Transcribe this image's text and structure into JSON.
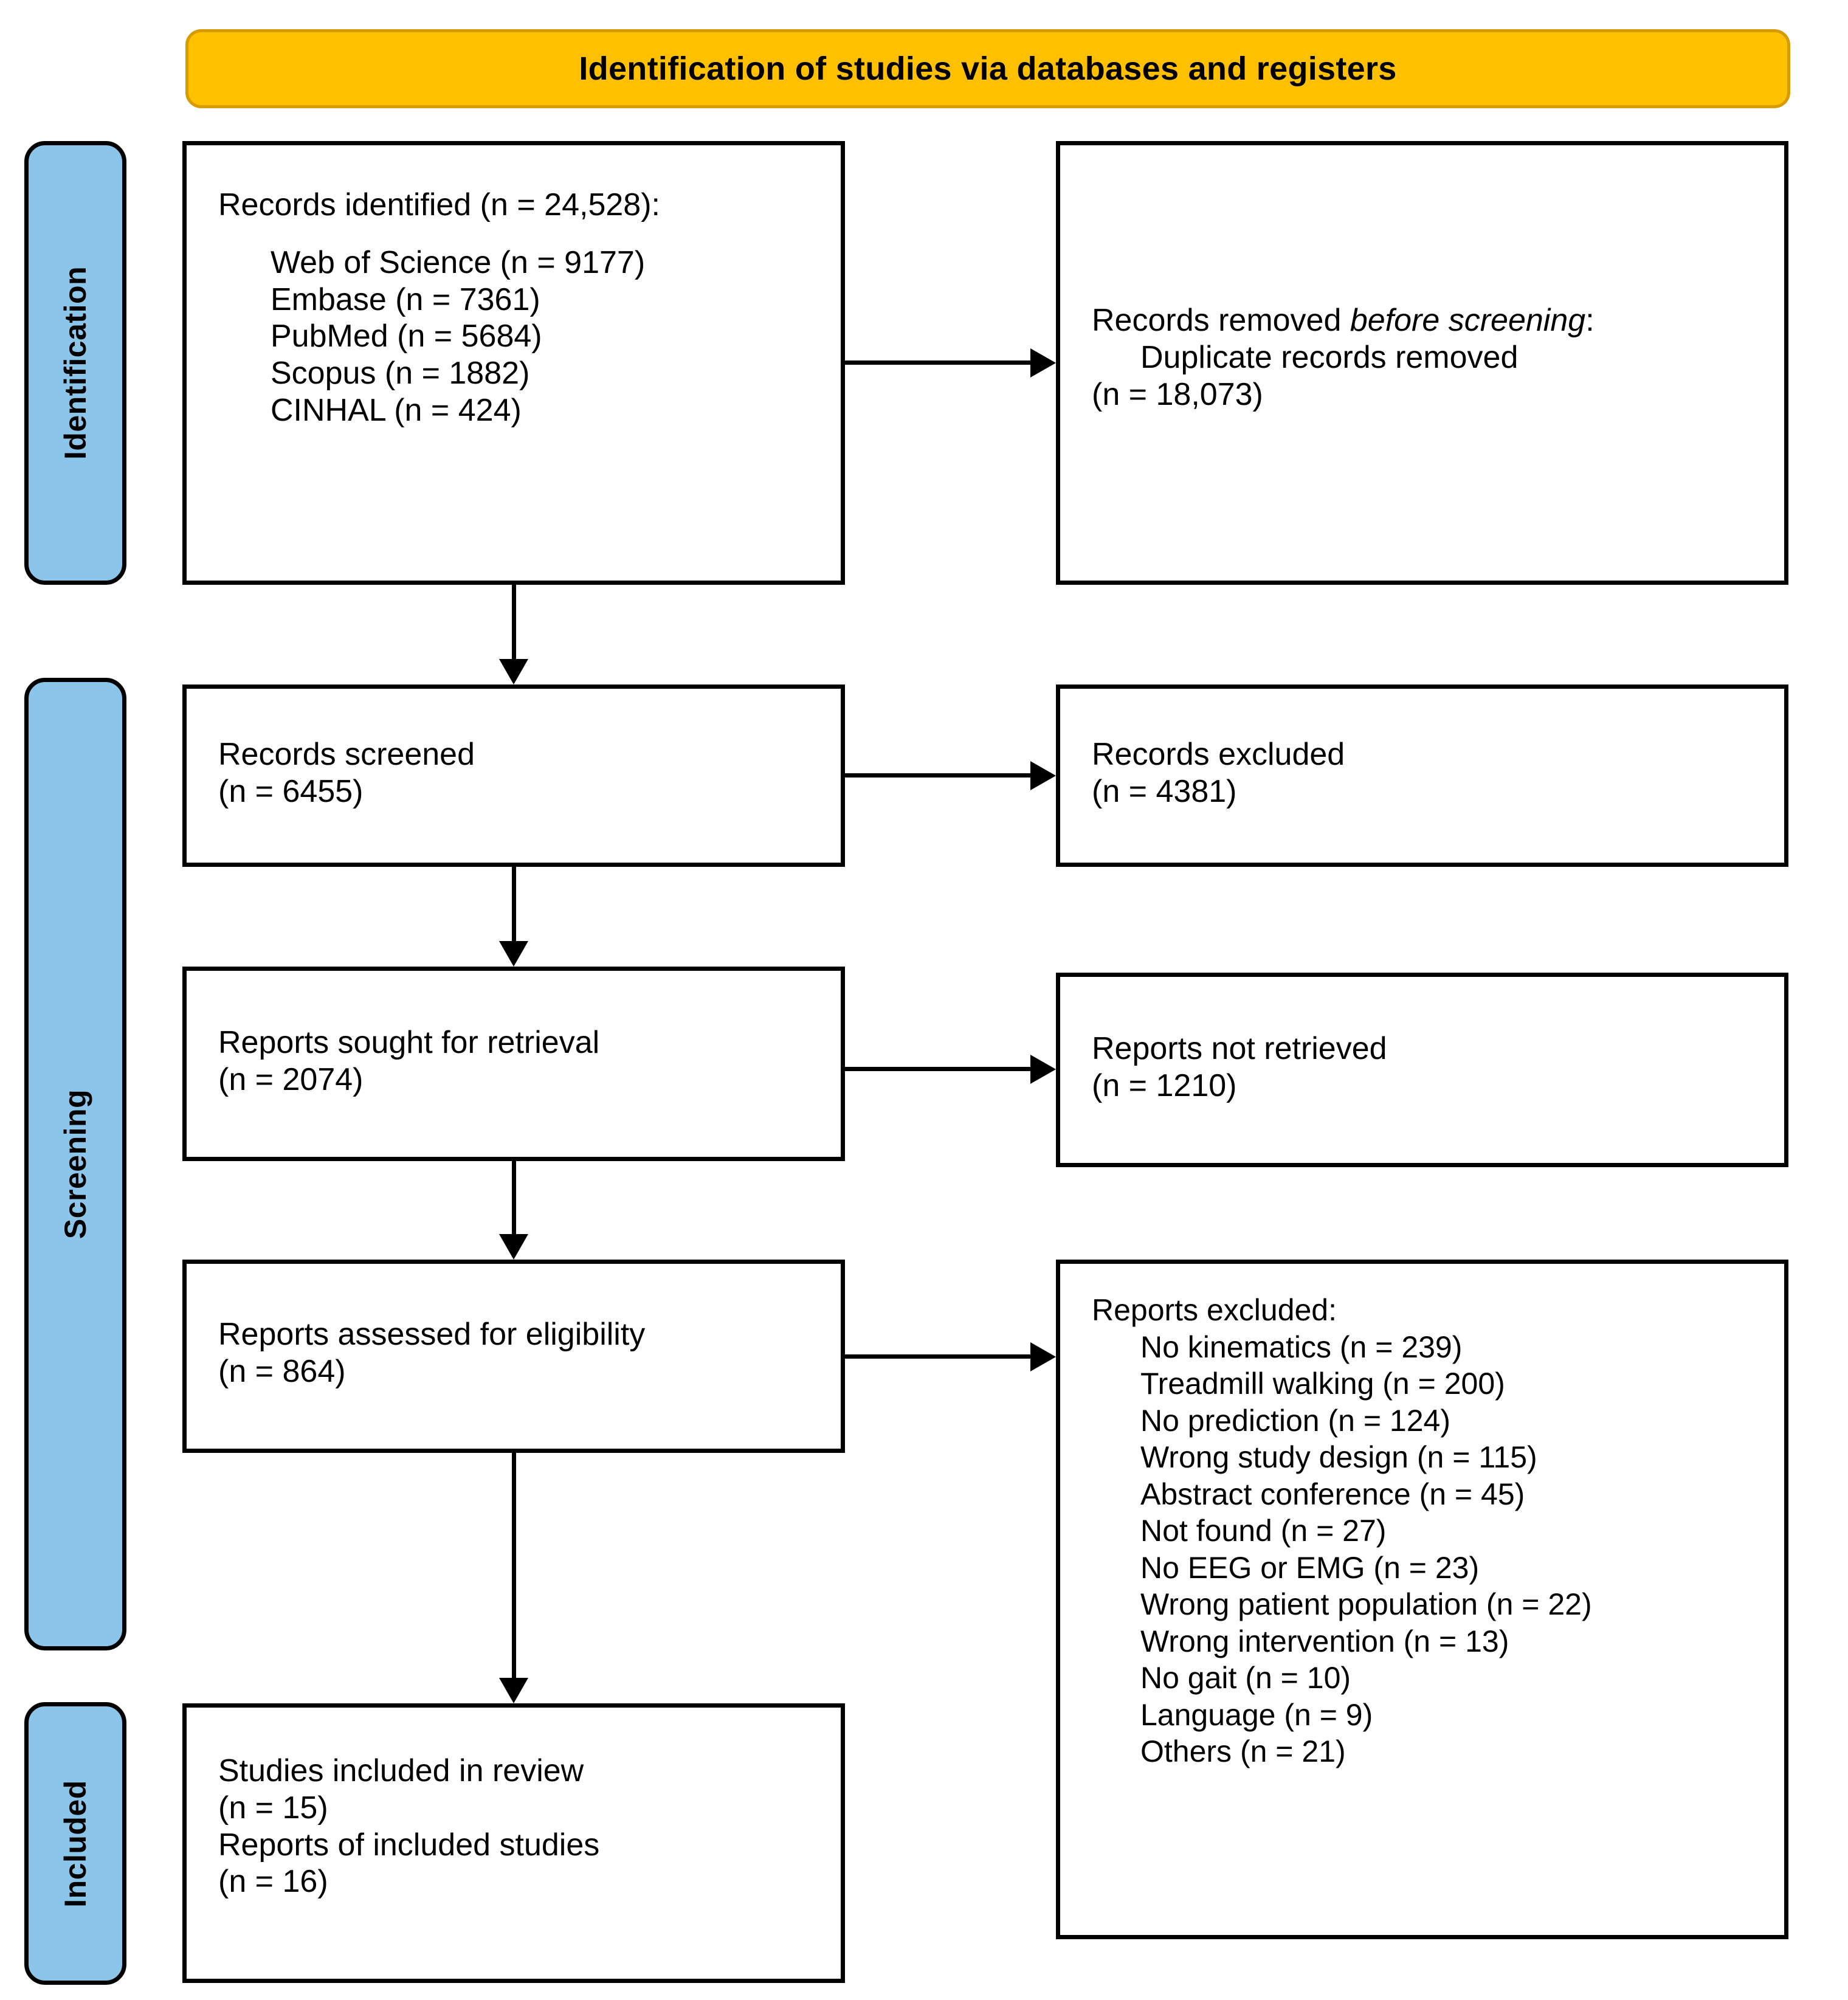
{
  "diagram": {
    "type": "PRISMA 2020 flow diagram",
    "banner": {
      "title": "Identification of studies via databases and registers"
    },
    "stages": [
      {
        "id": "identification",
        "label": "Identification"
      },
      {
        "id": "screening",
        "label": "Screening"
      },
      {
        "id": "included",
        "label": "Included"
      }
    ],
    "colors": {
      "banner_fill": "#FFC000",
      "banner_border": "#D79B00",
      "stage_fill": "#8CC5EA",
      "box_border": "#000000",
      "box_fill": "#FFFFFF",
      "text": "#000000"
    },
    "boxes": {
      "records_identified": {
        "heading": "Records identified (n = 24,528):",
        "sources": [
          "Web of Science (n = 9177)",
          "Embase (n = 7361)",
          "PubMed (n = 5684)",
          "Scopus (n = 1882)",
          "CINHAL (n = 424)"
        ]
      },
      "records_removed": {
        "line1_prefix": "Records removed ",
        "line1_italic": "before screening",
        "line1_suffix": ":",
        "line2": "Duplicate records removed",
        "line3": "(n = 18,073)"
      },
      "records_screened": {
        "line1": "Records screened",
        "line2": "(n = 6455)"
      },
      "records_excluded": {
        "line1": "Records excluded",
        "line2": "(n = 4381)"
      },
      "reports_sought": {
        "line1": "Reports sought for retrieval",
        "line2": "(n = 2074)"
      },
      "reports_not_retrieved": {
        "line1": "Reports not retrieved",
        "line2": "(n = 1210)"
      },
      "reports_assessed": {
        "line1": "Reports assessed for eligibility",
        "line2": "(n = 864)"
      },
      "reports_excluded": {
        "heading": "Reports excluded:",
        "reasons": [
          "No kinematics (n = 239)",
          "Treadmill walking (n = 200)",
          "No prediction (n = 124)",
          "Wrong study design (n = 115)",
          "Abstract conference (n = 45)",
          "Not found (n = 27)",
          "No EEG or EMG (n = 23)",
          "Wrong patient population (n = 22)",
          "Wrong intervention (n = 13)",
          "No gait (n = 10)",
          "Language (n = 9)",
          "Others (n = 21)"
        ]
      },
      "studies_included": {
        "line1": "Studies included in review",
        "line2": "(n = 15)",
        "line3": "Reports of included studies",
        "line4": "(n = 16)"
      }
    }
  }
}
